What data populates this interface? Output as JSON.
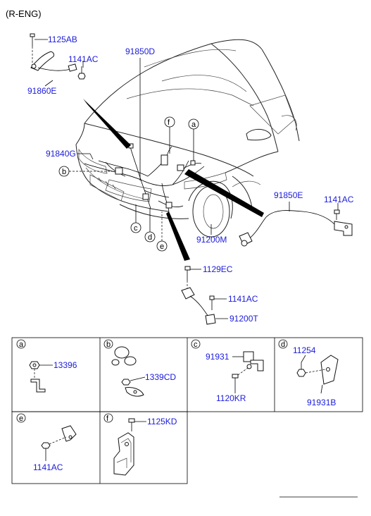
{
  "header": {
    "title": "(R-ENG)"
  },
  "labels": {
    "p1125AB": "1125AB",
    "p1141AC_top": "1141AC",
    "p91860E": "91860E",
    "p91850D": "91850D",
    "p91840G": "91840G",
    "p91850E": "91850E",
    "p1141AC_right": "1141AC",
    "p91200M": "91200M",
    "p1129EC": "1129EC",
    "p1141AC_mid": "1141AC",
    "p91200T": "91200T"
  },
  "callouts": {
    "a": "a",
    "b": "b",
    "c": "c",
    "d": "d",
    "e": "e",
    "f": "f"
  },
  "detail_boxes": {
    "a": {
      "letter": "a",
      "parts": [
        "13396"
      ]
    },
    "b": {
      "letter": "b",
      "parts": [
        "1339CD"
      ]
    },
    "c": {
      "letter": "c",
      "parts": [
        "91931",
        "1120KR"
      ]
    },
    "d": {
      "letter": "d",
      "parts": [
        "11254",
        "91931B"
      ]
    },
    "e": {
      "letter": "e",
      "parts": [
        "1141AC"
      ]
    },
    "f": {
      "letter": "f",
      "parts": [
        "1125KD"
      ]
    }
  }
}
